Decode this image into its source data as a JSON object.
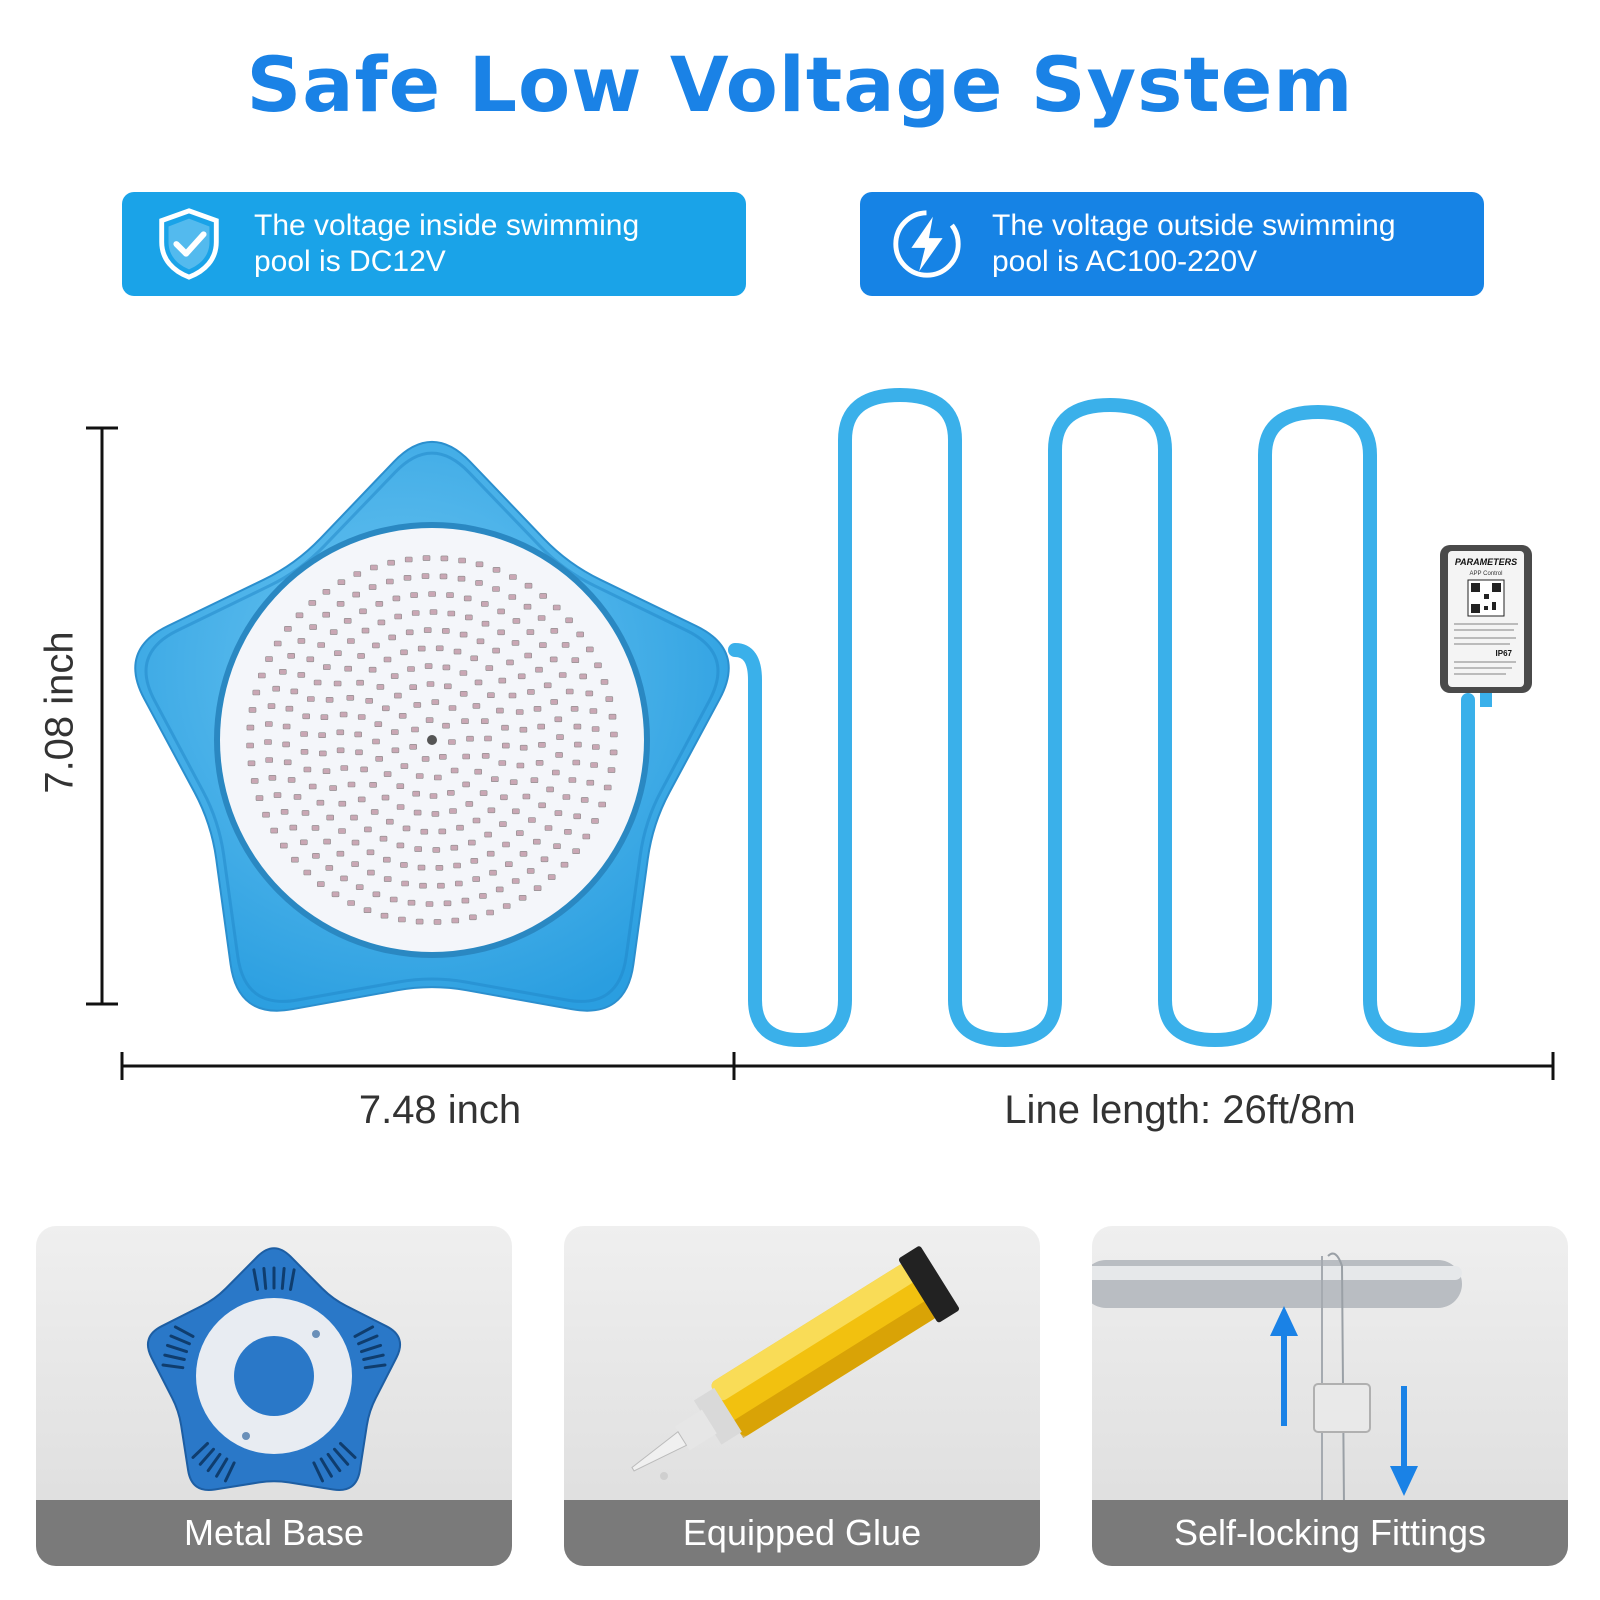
{
  "title": "Safe Low Voltage System",
  "colors": {
    "title": "#1a82e6",
    "banner_left": "#1aa3e8",
    "banner_right": "#1683e5",
    "cable": "#3ab0ea",
    "star": "#3ba9e6",
    "base": "#2a78c8",
    "arrow": "#1a82e6"
  },
  "banners": [
    {
      "icon": "shield-check-icon",
      "text": "The voltage inside swimming pool is DC12V"
    },
    {
      "icon": "lightning-icon",
      "text": "The voltage outside swimming pool is AC100-220V"
    }
  ],
  "dimensions": {
    "height": "7.08 inch",
    "width": "7.48 inch",
    "line_length": "Line length: 26ft/8m"
  },
  "adapter": {
    "heading": "PARAMETERS",
    "subheading": "APP Control",
    "ip_rating": "IP67"
  },
  "accessories": [
    {
      "label": "Metal Base"
    },
    {
      "label": "Equipped Glue"
    },
    {
      "label": "Self-locking Fittings"
    }
  ]
}
